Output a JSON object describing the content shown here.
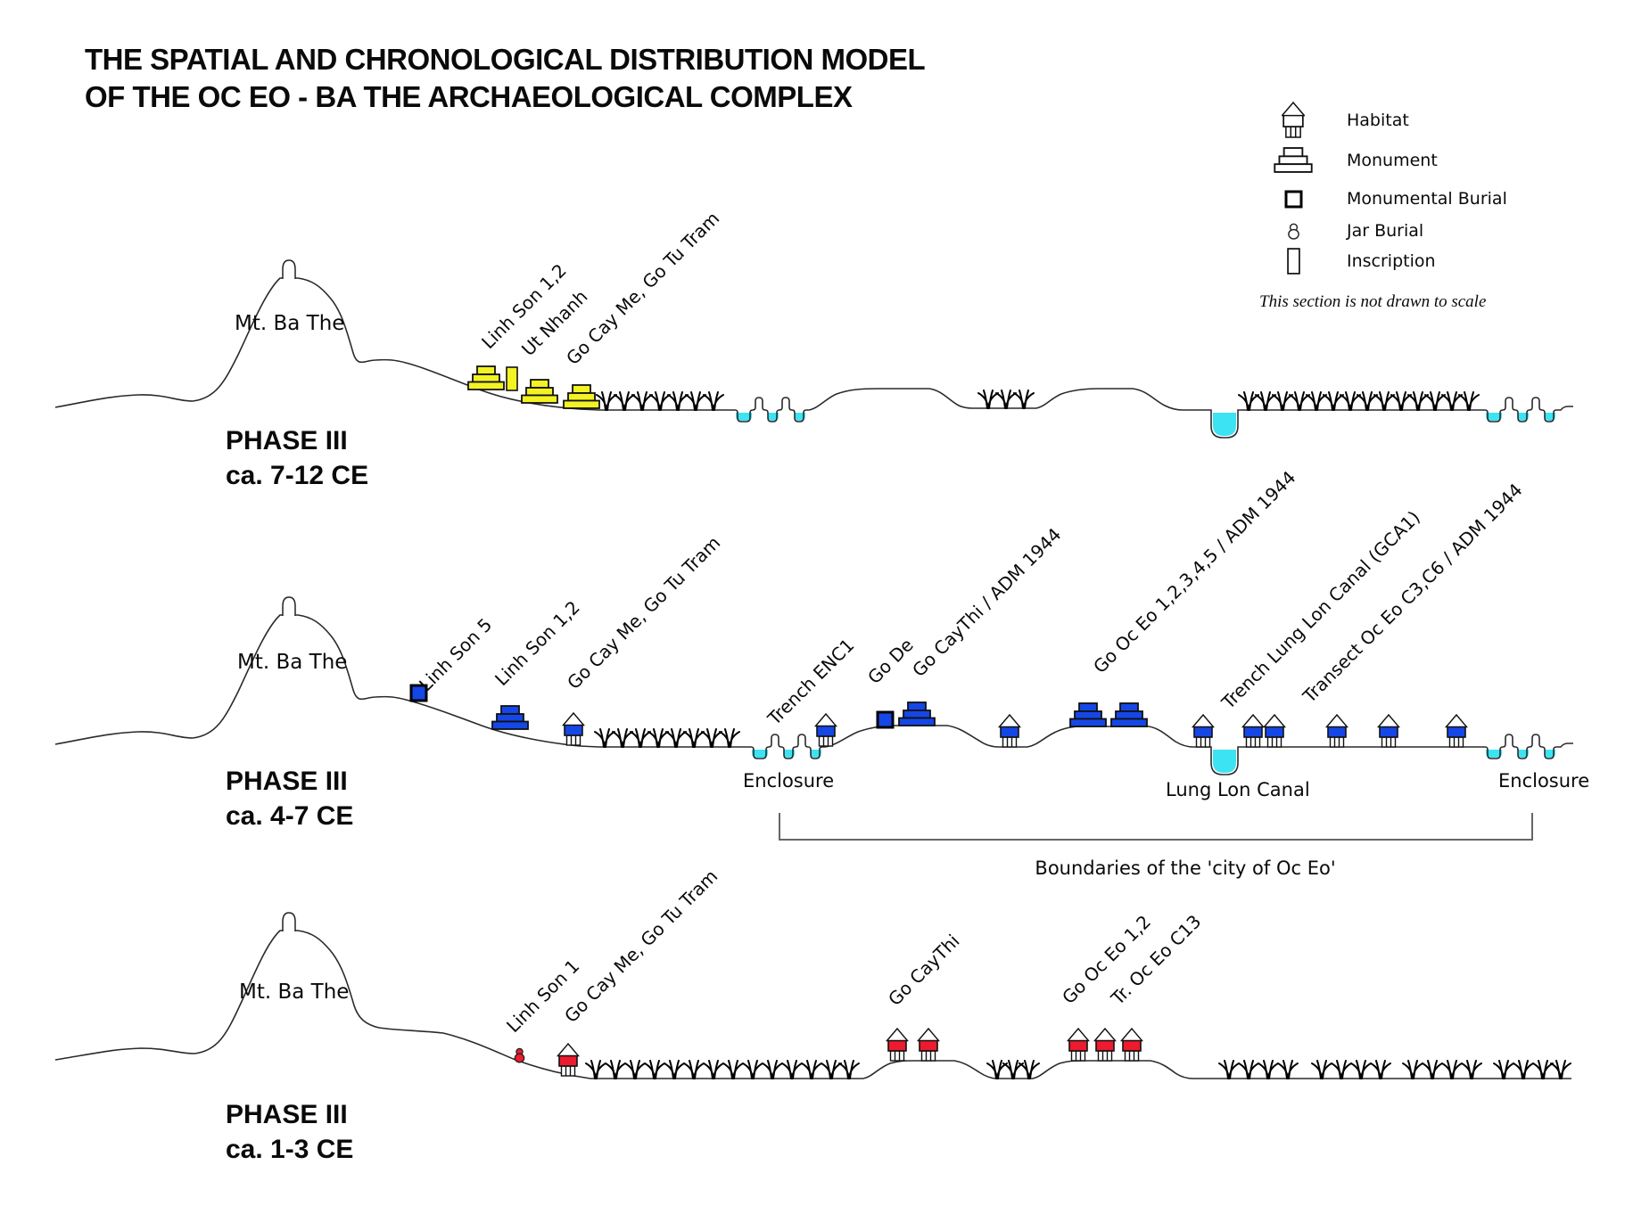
{
  "title": {
    "line1": "THE SPATIAL AND CHRONOLOGICAL DISTRIBUTION MODEL",
    "line2": "OF THE OC EO - BA THE ARCHAEOLOGICAL COMPLEX"
  },
  "legend": {
    "items": [
      {
        "icon": "habitat-icon",
        "label": "Habitat"
      },
      {
        "icon": "monument-icon",
        "label": "Monument"
      },
      {
        "icon": "monumental-burial-icon",
        "label": "Monumental Burial"
      },
      {
        "icon": "jar-burial-icon",
        "label": "Jar Burial"
      },
      {
        "icon": "inscription-icon",
        "label": "Inscription"
      }
    ],
    "note": "This section is not drawn to scale"
  },
  "colors": {
    "yellow": "#F2F224",
    "blue": "#1547E6",
    "red": "#EC1B2E",
    "cyan": "#3CE3F2"
  },
  "sections": [
    {
      "id": "phase-7-12",
      "phase": "PHASE III",
      "era": "ca. 7-12 CE",
      "mountain_label": "Mt. Ba The",
      "sites": [
        {
          "name": "Linh Son 1,2"
        },
        {
          "name": "Ut Nhanh"
        },
        {
          "name": "Go Cay Me, Go Tu Tram"
        }
      ]
    },
    {
      "id": "phase-4-7",
      "phase": "PHASE III",
      "era": "ca. 4-7 CE",
      "mountain_label": "Mt. Ba The",
      "sites": [
        {
          "name": "Linh Son 5"
        },
        {
          "name": "Linh Son 1,2"
        },
        {
          "name": "Go Cay Me, Go Tu Tram"
        },
        {
          "name": "Trench ENC1"
        },
        {
          "name": "Go De"
        },
        {
          "name": "Go CayThi / ADM 1944"
        },
        {
          "name": "Go Oc Eo 1,2,3,4,5 / ADM 1944"
        },
        {
          "name": "Trench Lung Lon Canal (GCA1)"
        },
        {
          "name": "Transect Oc Eo C3,C6 / ADM 1944"
        }
      ],
      "annotations": {
        "enclosure_left": "Enclosure",
        "enclosure_right": "Enclosure",
        "canal_label": "Lung Lon Canal",
        "boundary_label": "Boundaries of the 'city of Oc Eo'"
      }
    },
    {
      "id": "phase-1-3",
      "phase": "PHASE III",
      "era": "ca. 1-3 CE",
      "mountain_label": "Mt. Ba The",
      "sites": [
        {
          "name": "Linh Son 1"
        },
        {
          "name": "Go Cay Me, Go Tu Tram"
        },
        {
          "name": "Go CayThi"
        },
        {
          "name": "Go Oc Eo 1,2"
        },
        {
          "name": "Tr. Oc Eo C13"
        }
      ]
    }
  ]
}
